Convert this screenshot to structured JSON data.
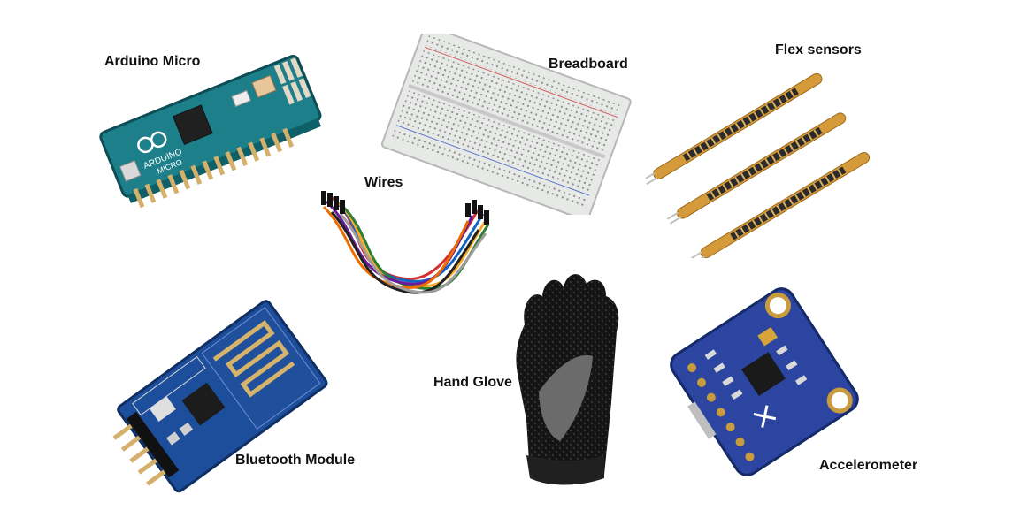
{
  "labels": {
    "arduino": "Arduino Micro",
    "breadboard": "Breadboard",
    "flex": "Flex sensors",
    "wires": "Wires",
    "bluetooth": "Bluetooth Module",
    "glove": "Hand Glove",
    "accelerometer": "Accelerometer"
  },
  "board_print": {
    "arduino_text": "ARDUINO",
    "arduino_micro": "MICRO"
  },
  "colors": {
    "arduino_pcb": "#1d7f8a",
    "breadboard": "#e7e9e7",
    "flex_sensor": "#d59a3a",
    "bluetooth_pcb": "#1d4e9b",
    "glove": "#151515",
    "accelerometer_pcb": "#2b45a0",
    "gold": "#c89b3c"
  }
}
